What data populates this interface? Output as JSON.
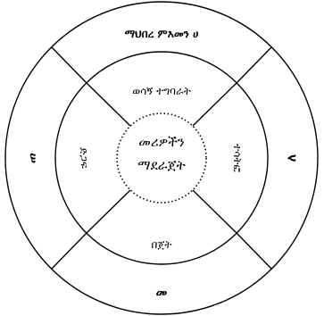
{
  "diagram": {
    "outer_top": "ማህበረ ምእመን ሀ",
    "outer_left": "ሠ",
    "outer_right": "ለ",
    "outer_bottom": "መ",
    "middle_top": "ወሳኝ ተግባራት",
    "middle_left": "ድጋፍ",
    "middle_right": "ተሳትፎ",
    "middle_bottom": "በጀት",
    "center_line1": "መሪዎችን",
    "center_line2": "ማደራጀት"
  },
  "colors": {
    "stroke": "#000000",
    "background": "#ffffff"
  }
}
